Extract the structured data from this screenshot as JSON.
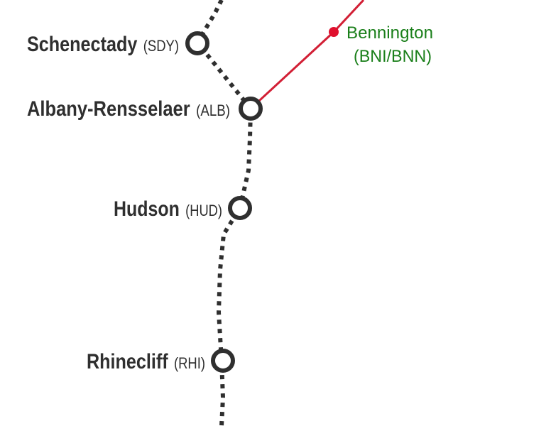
{
  "map": {
    "colors": {
      "main_line": "#2f2f2f",
      "branch_line": "#d21f35",
      "branch_station": "#e0102e",
      "branch_label": "#1a7f1a",
      "station_fill": "#ffffff"
    },
    "stations": [
      {
        "name": "Schenectady",
        "code": "(SDY)"
      },
      {
        "name": "Albany-Rensselaer",
        "code": "(ALB)"
      },
      {
        "name": "Hudson",
        "code": "(HUD)"
      },
      {
        "name": "Rhinecliff",
        "code": "(RHI)"
      }
    ],
    "branch_station": {
      "name": "Bennington",
      "code": "(BNI/BNN)"
    }
  }
}
